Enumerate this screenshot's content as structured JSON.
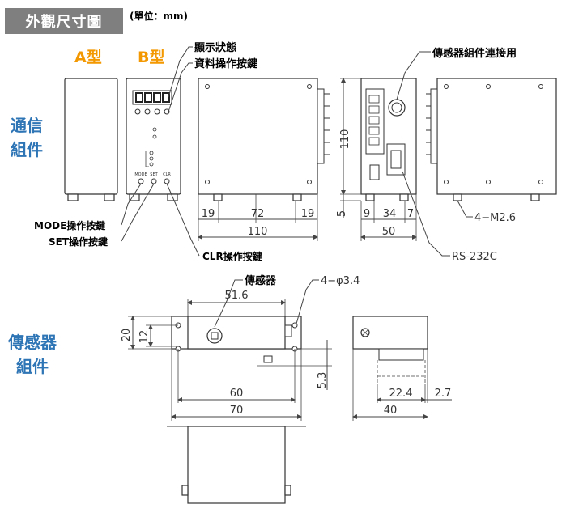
{
  "header": {
    "title": "外觀尺寸圖",
    "unit_note": "(單位：mm)"
  },
  "types": {
    "a": "A型",
    "b": "B型"
  },
  "sections": {
    "comm_line1": "通信",
    "comm_line2": "組件",
    "sensor_line1": "傳感器",
    "sensor_line2": "組件"
  },
  "callouts": {
    "display": "顯示狀態",
    "data_button": "資料操作按鍵",
    "sensor_connect": "傳感器組件連接用",
    "mode_button": "MODE操作按鍵",
    "set_button": "SET操作按鍵",
    "clr_button": "CLR操作按鍵",
    "rs232c": "RS-232C",
    "screw": "4−M2.6",
    "sensor": "傳感器",
    "hole": "4−φ3.4"
  },
  "dimensions": {
    "front_19a": "19",
    "front_72": "72",
    "front_19b": "19",
    "front_110": "110",
    "side_110": "110",
    "side_5": "5",
    "side_9": "9",
    "side_34": "34",
    "side_7": "7",
    "side_50": "50",
    "sensor_51_6": "51.6",
    "sensor_20": "20",
    "sensor_12": "12",
    "sensor_5_3": "5.3",
    "sensor_60": "60",
    "sensor_70": "70",
    "sensor_22_4": "22.4",
    "sensor_2_7": "2.7",
    "sensor_40": "40"
  },
  "panel_labels": {
    "mode": "MODE",
    "set": "SET",
    "clr": "CLR"
  },
  "colors": {
    "section": "#2e75b6",
    "type": "#f39800",
    "badge": "#7f7f7f"
  }
}
